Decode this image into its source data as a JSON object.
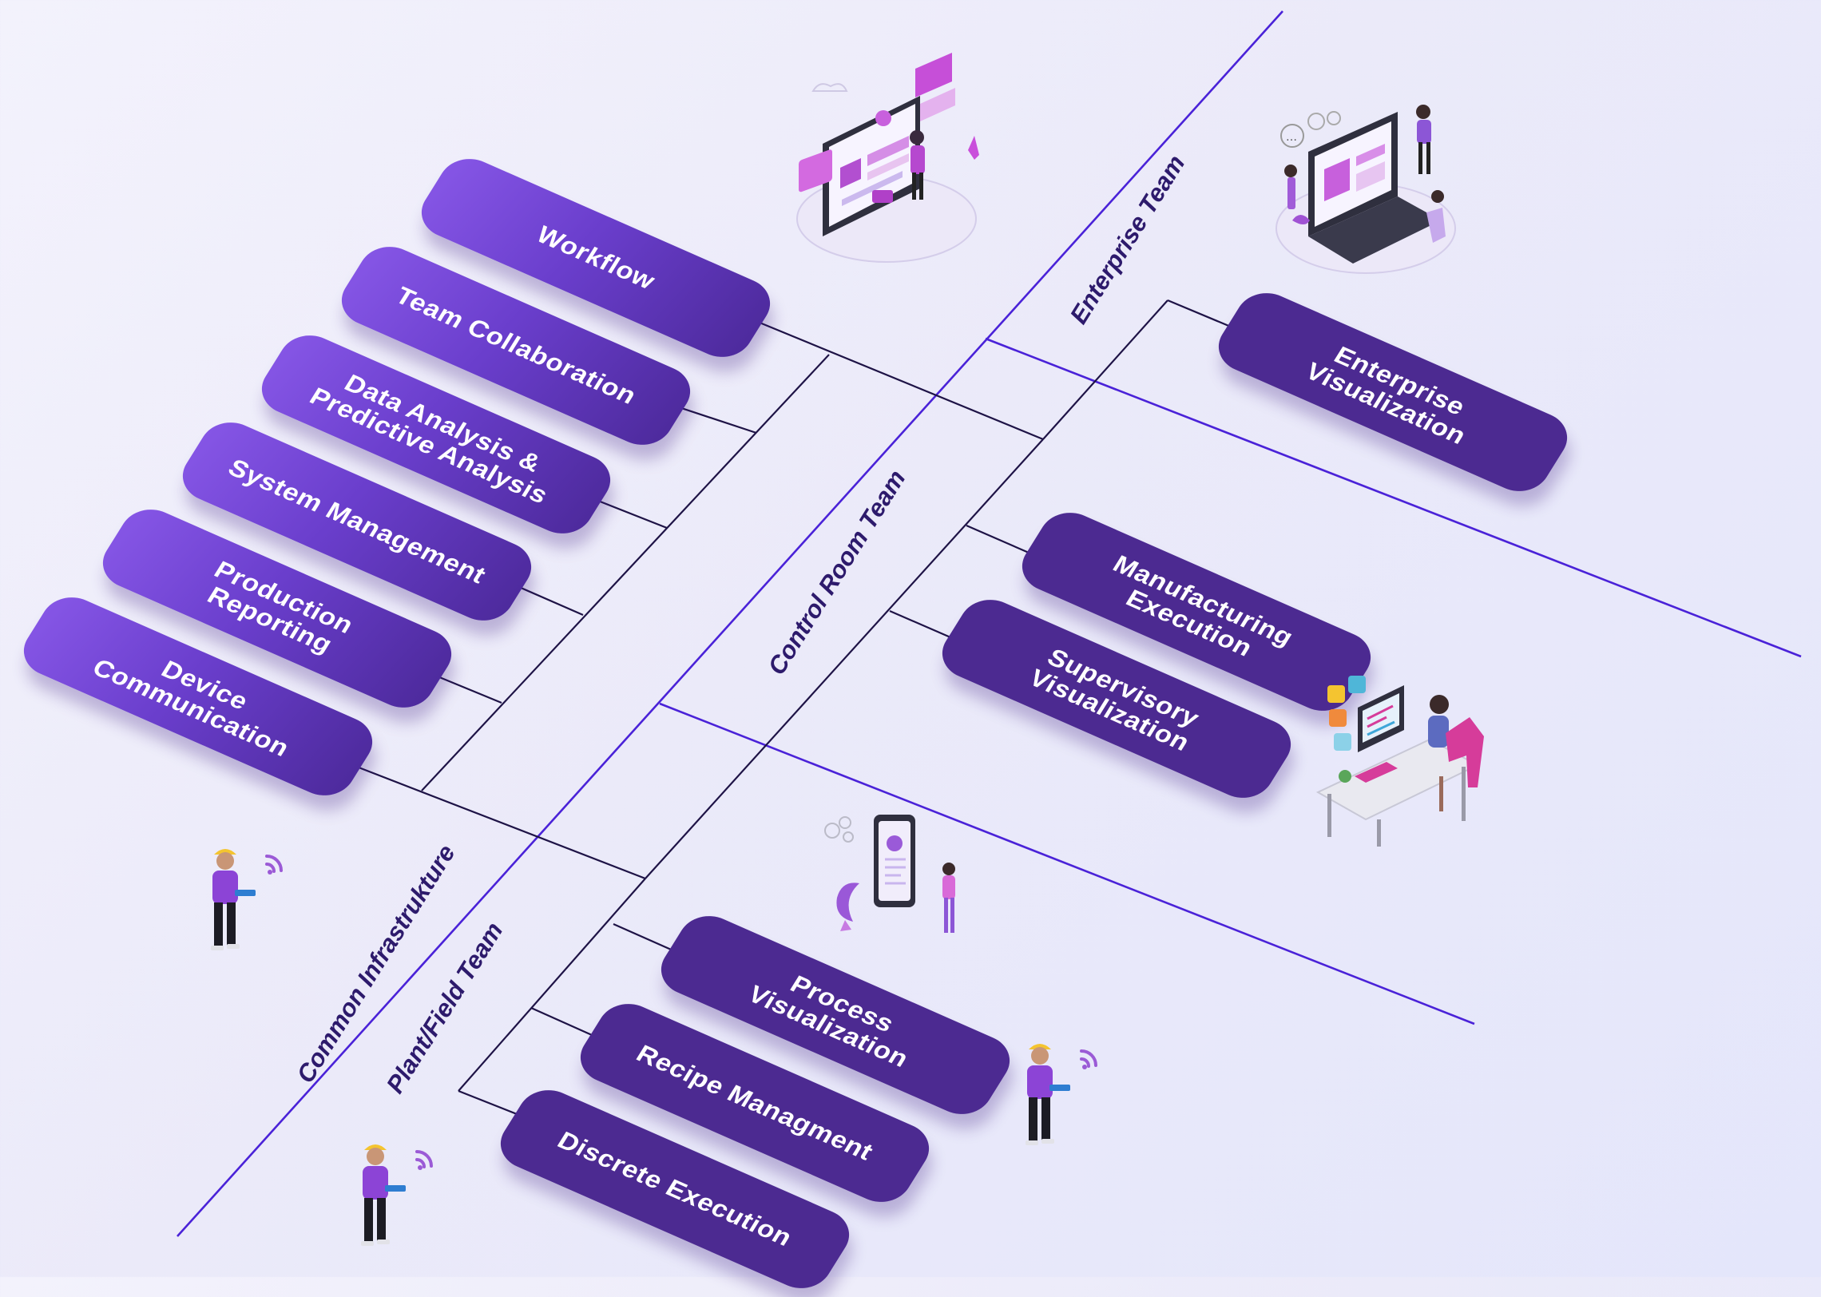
{
  "teams": {
    "enterprise": "Enterprise Team",
    "control_room": "Control Room Team",
    "common_infrastructure": "Common Infrastrukture",
    "plant_field": "Plant/Field Team"
  },
  "common_infrastructure_modules": [
    "Workflow",
    "Team Collaboration",
    "Data Analysis &\nPredictive Analysis",
    "System Management",
    "Production\nReporting",
    "Device\nCommunication"
  ],
  "enterprise_modules": [
    "Enterprise\nVisualization"
  ],
  "control_room_modules": [
    "Manufacturing\nExecution",
    "Supervisory\nVisualization"
  ],
  "plant_field_modules": [
    "Process\nVisualization",
    "Recipe Managment",
    "Discrete Execution"
  ],
  "colors": {
    "module_gradient_start": "#8656e6",
    "module_gradient_end": "#4d2a9c",
    "tier_module": "#4c2a91",
    "divider_line": "#4a22d8",
    "connector_line": "#1e1346",
    "label_text": "#2d1a6c",
    "accent_pink": "#d63c9a"
  },
  "illustrations": [
    "monitor-dashboard-illustration",
    "team-meeting-laptop-illustration",
    "developer-desk-illustration",
    "mobile-profile-illustration",
    "field-engineer-illustration"
  ]
}
